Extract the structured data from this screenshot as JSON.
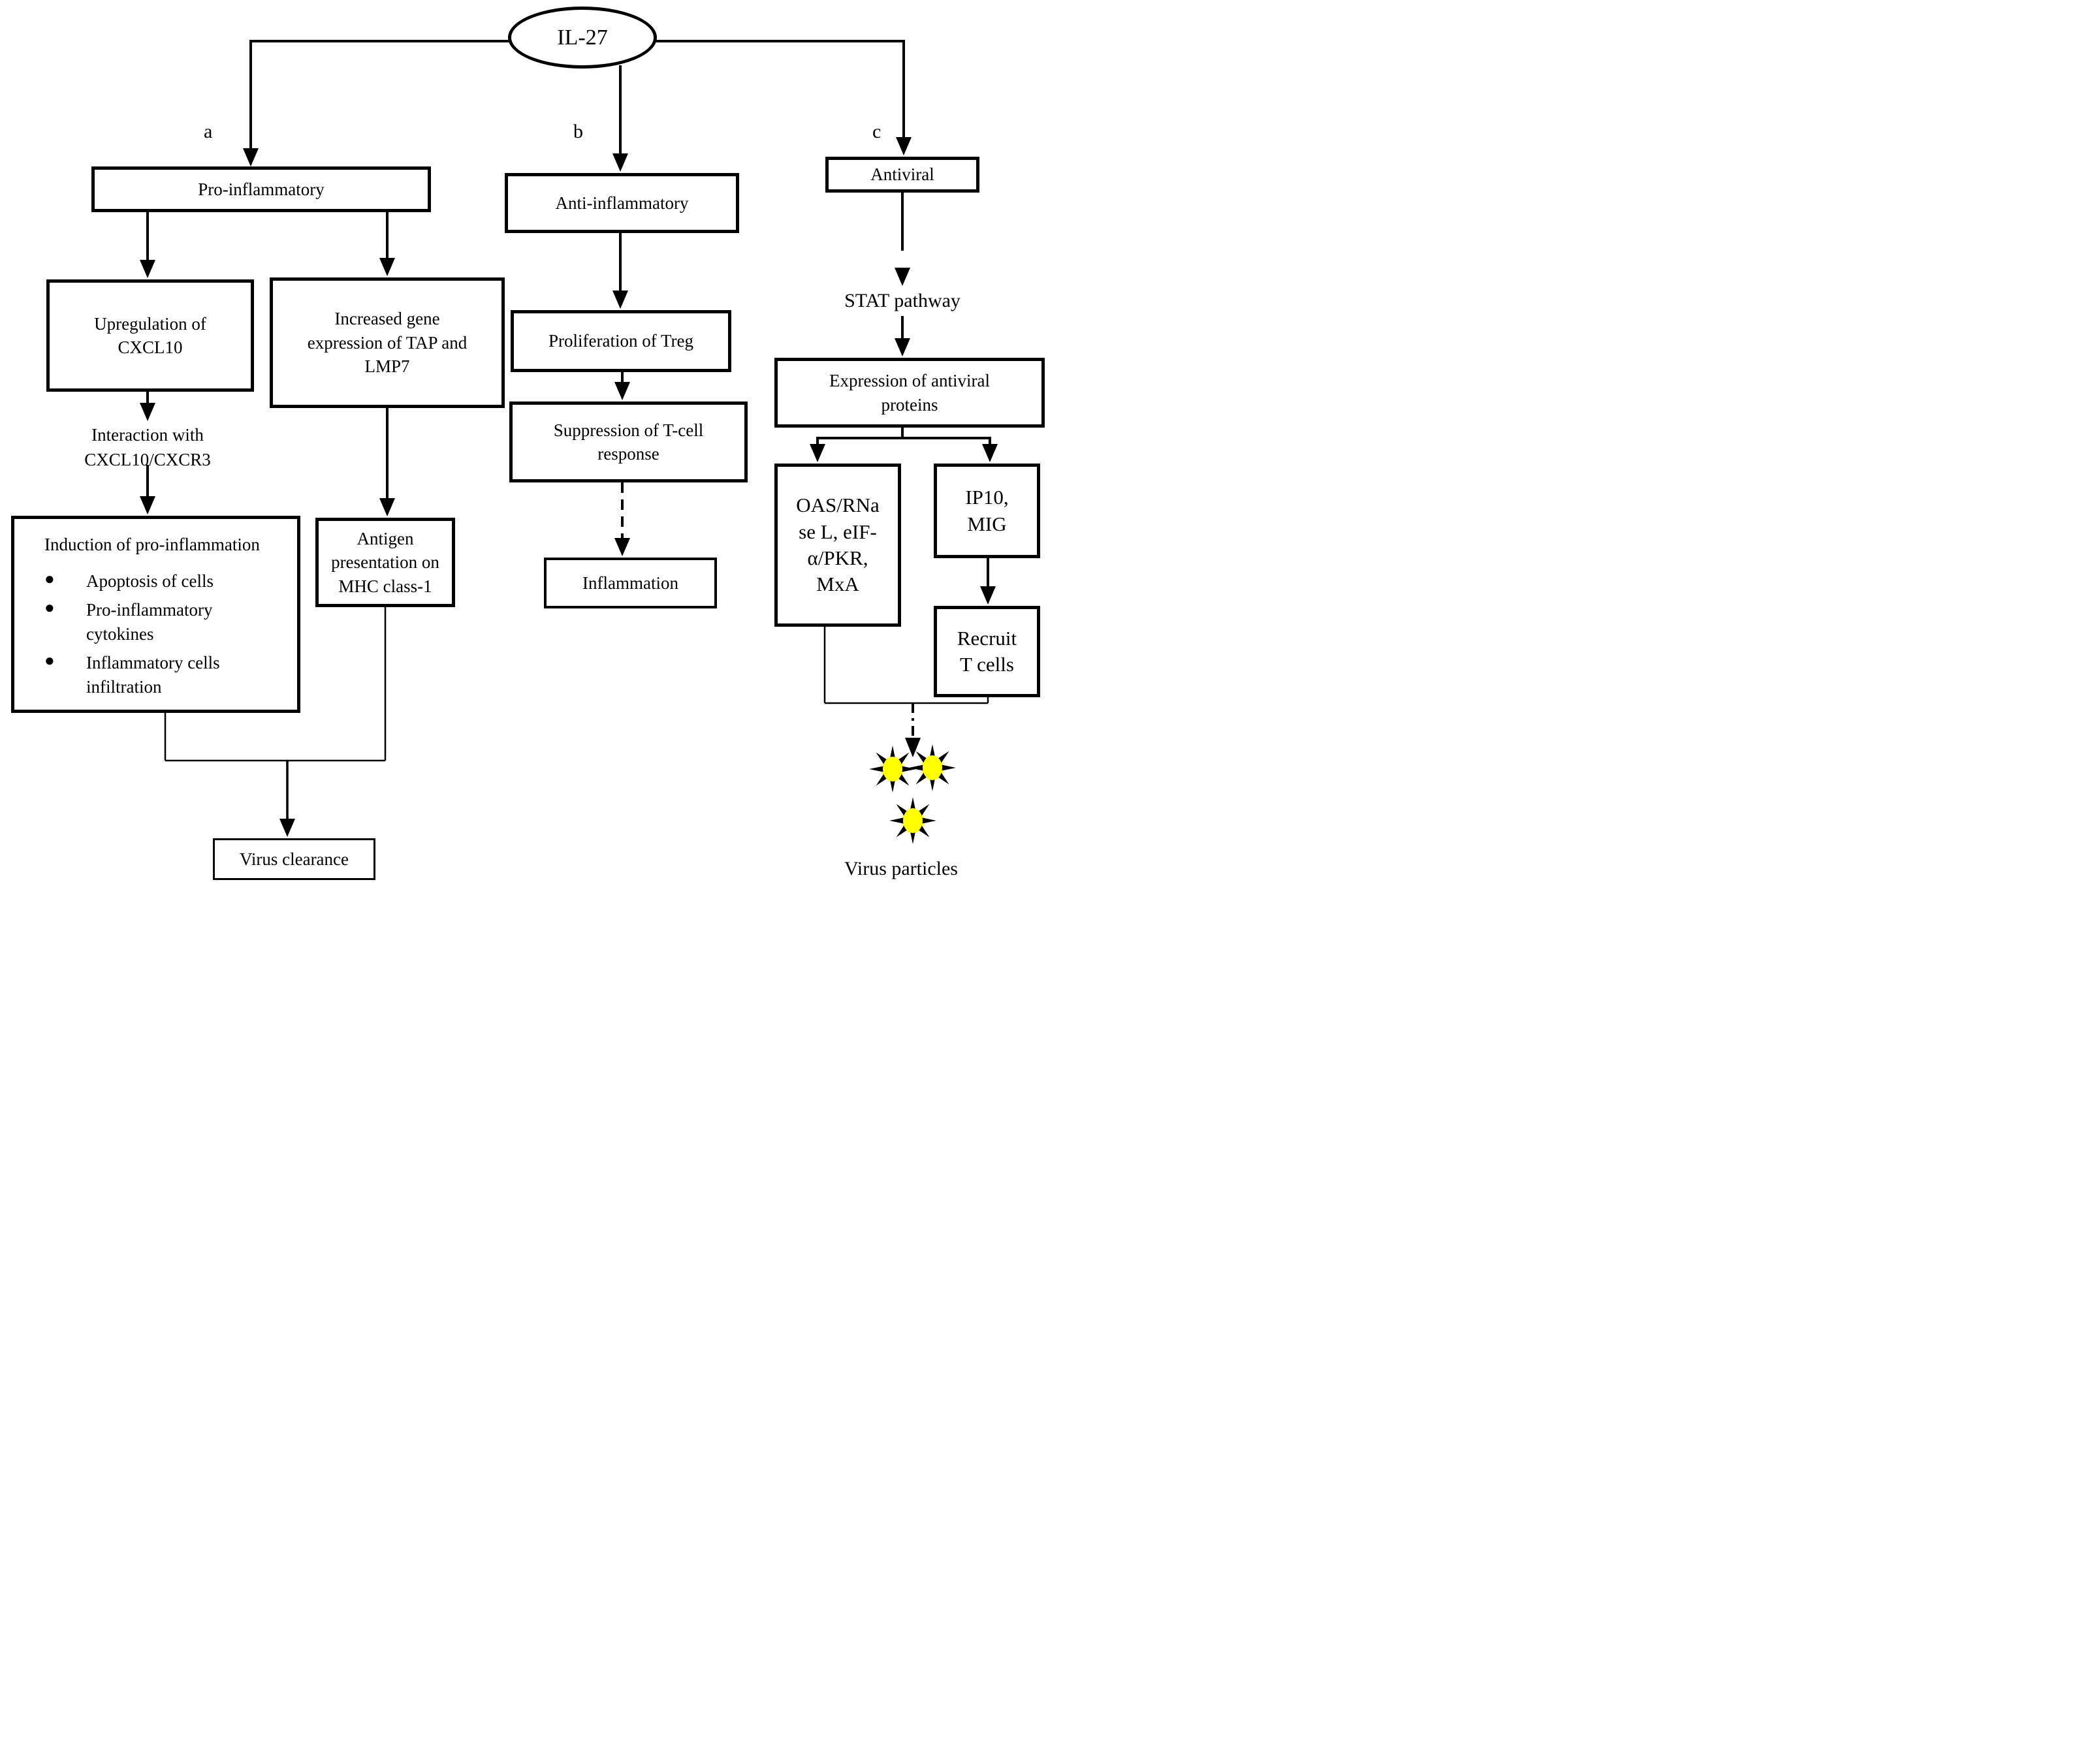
{
  "diagram": {
    "root": {
      "label": "IL-27"
    },
    "branch_letters": {
      "a": "a",
      "b": "b",
      "c": "c"
    },
    "pro": {
      "main": "Pro-inflammatory",
      "upregulation": "Upregulation of\nCXCL10",
      "tap": "Increased gene\nexpression of TAP and\nLMP7",
      "interaction": "Interaction with\nCXCL10/CXCR3",
      "induction_title": "Induction of pro-inflammation",
      "induction_bullets": [
        "Apoptosis of cells",
        "Pro-inflammatory\ncytokines",
        "Inflammatory cells\ninfiltration"
      ],
      "antigen": "Antigen\npresentation on\nMHC class-1",
      "virus_clearance": "Virus clearance"
    },
    "anti": {
      "main": "Anti-inflammatory",
      "proliferation": "Proliferation of Treg",
      "suppression": "Suppression of T-cell\nresponse",
      "inflammation": "Inflammation"
    },
    "antiviral": {
      "main": "Antiviral",
      "stat": "STAT pathway",
      "expression": "Expression of antiviral\nproteins",
      "oas": "OAS/RNa\nse L, eIF-\nα/PKR,\nMxA",
      "ip10": "IP10,\nMIG",
      "recruit": "Recruit\nT cells",
      "virus_particles": "Virus particles"
    },
    "colors": {
      "line": "#000000",
      "background": "#ffffff",
      "virus_fill": "#ffff00"
    }
  }
}
